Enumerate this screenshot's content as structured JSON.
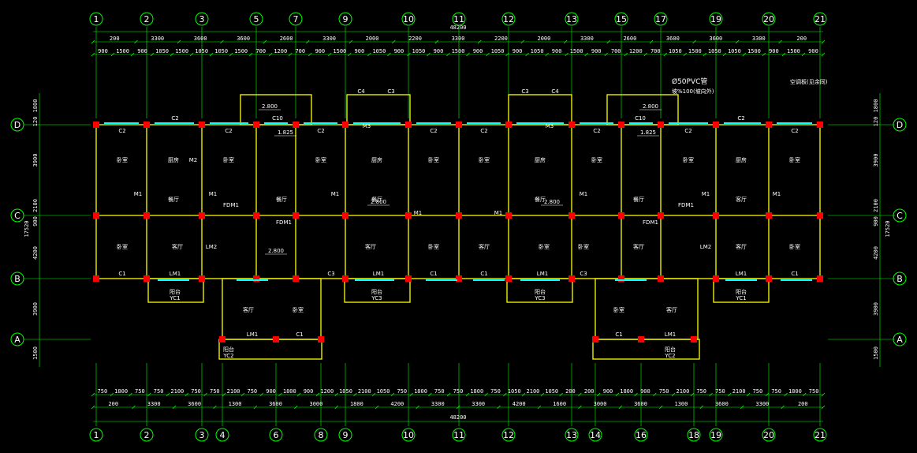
{
  "plan": {
    "total_width_label": "48200",
    "total_depth_label": "17520",
    "top_axes": [
      "1",
      "2",
      "3",
      "5",
      "7",
      "9",
      "10",
      "11",
      "12",
      "13",
      "15",
      "17",
      "19",
      "20",
      "21"
    ],
    "bottom_axes": [
      "1",
      "2",
      "3",
      "4",
      "6",
      "8",
      "9",
      "10",
      "11",
      "12",
      "13",
      "14",
      "16",
      "18",
      "19",
      "20",
      "21"
    ],
    "row_axes": [
      "D",
      "C",
      "B",
      "A"
    ],
    "top_dims_row1": [
      "200",
      "3300",
      "3600",
      "3600",
      "2600",
      "3300",
      "2000",
      "2200",
      "3300",
      "2200",
      "2000",
      "3300",
      "2600",
      "3600",
      "3600",
      "3300",
      "200"
    ],
    "top_dims_row2": [
      "900",
      "1500",
      "900",
      "1050",
      "1500",
      "1050",
      "1050",
      "1500",
      "700",
      "1200",
      "700",
      "900",
      "1500",
      "900",
      "1050",
      "900",
      "1050",
      "900",
      "1500",
      "900",
      "1050",
      "900",
      "1050",
      "900",
      "1500",
      "900",
      "700",
      "1200",
      "700",
      "1050",
      "1500",
      "1050",
      "1050",
      "1500",
      "900",
      "1500",
      "900"
    ],
    "bottom_dims_row1": [
      "750",
      "1800",
      "750",
      "750",
      "2100",
      "750",
      "750",
      "2100",
      "750",
      "900",
      "1800",
      "900",
      "1200",
      "1050",
      "2100",
      "1050",
      "750",
      "1800",
      "750",
      "750",
      "1800",
      "750",
      "1050",
      "2100",
      "1050",
      "200",
      "200",
      "900",
      "1800",
      "900",
      "750",
      "2100",
      "750",
      "750",
      "2100",
      "750",
      "750",
      "1800",
      "750"
    ],
    "bottom_dims_row2": [
      "200",
      "3300",
      "3600",
      "1300",
      "3600",
      "3000",
      "1800",
      "4200",
      "3300",
      "3300",
      "4200",
      "1600",
      "3000",
      "3600",
      "1300",
      "3600",
      "3300",
      "200"
    ],
    "left_dims": [
      "1800",
      "120",
      "3900",
      "2100",
      "900",
      "4200",
      "3900",
      "1500"
    ],
    "right_dims": [
      "1800",
      "120",
      "3900",
      "2100",
      "900",
      "4200",
      "3900",
      "1500"
    ],
    "pipe_note": "Ø50PVC管",
    "pipe_note2": "坡%100(坡向外)",
    "ac_note": "空调板(见余同)",
    "elev_labels": [
      "2.800",
      "1.825",
      "2.800",
      "2.800",
      "2.800",
      "1.825",
      "2.800"
    ],
    "rooms_upper": [
      "卧室",
      "厨房",
      "卧室",
      "卧室",
      "厨房",
      "卧室",
      "卧室",
      "厨房",
      "卧室",
      "卧室",
      "厨房",
      "卧室"
    ],
    "rooms_mid": [
      "餐厅",
      "餐厅",
      "餐厅",
      "餐厅",
      "餐厅",
      "客厅"
    ],
    "rooms_lower": [
      "卧室",
      "客厅",
      "客厅",
      "卧室",
      "客厅",
      "卧室",
      "卧室",
      "客厅",
      "客厅",
      "卧室"
    ],
    "rooms_south": [
      "客厅",
      "卧室",
      "卧室",
      "客厅"
    ],
    "balconies": [
      "YC1",
      "YC2",
      "YC3",
      "YC3",
      "YC2",
      "YC1"
    ],
    "balcony_label": "阳台",
    "windows": [
      "C1",
      "C2",
      "C3",
      "C4",
      "C10",
      "LM1",
      "LM2",
      "M1",
      "M2",
      "M3",
      "FDM1"
    ],
    "colors": {
      "background": "#000000",
      "wall": "#ffff00",
      "column": "#ff0000",
      "dimension": "#00ff00",
      "text": "#ffffff",
      "window": "#00ffff"
    }
  }
}
